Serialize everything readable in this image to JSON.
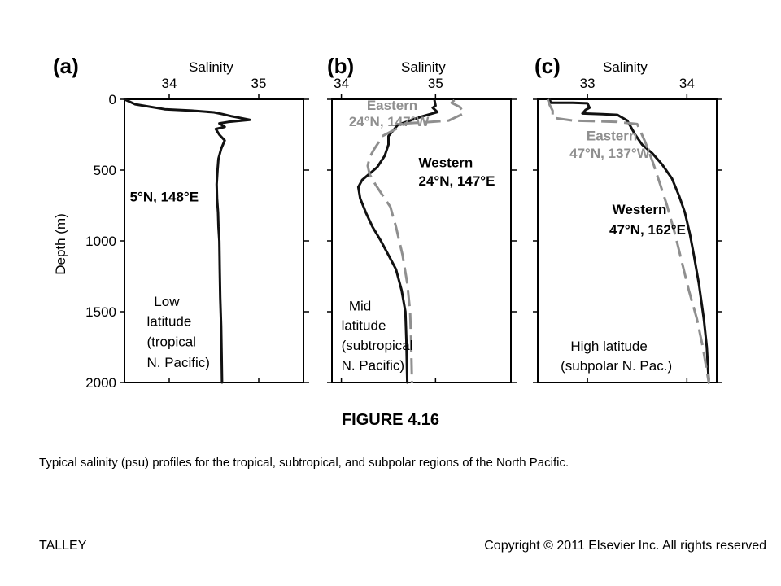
{
  "figure_title": "FIGURE 4.16",
  "caption": "Typical salinity (psu) profiles for the tropical, subtropical, and subpolar regions of the North Pacific.",
  "footer": {
    "left": "TALLEY",
    "right": "Copyright © 2011 Elsevier Inc. All rights reserved"
  },
  "colors": {
    "western": "#111111",
    "eastern": "#8f8f8f",
    "axis": "#000000"
  },
  "chart_data": [
    {
      "type": "line",
      "panel_label": "(a)",
      "xlabel": "Salinity",
      "ylabel": "Depth (m)",
      "xlim": [
        33.5,
        35.5
      ],
      "ylim": [
        0,
        2000
      ],
      "y_inverted": true,
      "xticks": [
        34,
        35
      ],
      "xtick_labels": [
        "34",
        "35"
      ],
      "yticks": [
        0,
        500,
        1000,
        1500,
        2000
      ],
      "ytick_labels": [
        "0",
        "500",
        "1000",
        "1500",
        "2000"
      ],
      "series": [
        {
          "style": "western",
          "points": [
            [
              33.5,
              0
            ],
            [
              33.62,
              35
            ],
            [
              33.95,
              70
            ],
            [
              34.25,
              80
            ],
            [
              34.5,
              92
            ],
            [
              34.6,
              105
            ],
            [
              34.7,
              120
            ],
            [
              34.9,
              145
            ],
            [
              34.66,
              160
            ],
            [
              34.56,
              170
            ],
            [
              34.62,
              195
            ],
            [
              34.52,
              210
            ],
            [
              34.56,
              250
            ],
            [
              34.62,
              290
            ],
            [
              34.58,
              350
            ],
            [
              34.55,
              420
            ],
            [
              34.54,
              500
            ],
            [
              34.53,
              600
            ],
            [
              34.535,
              700
            ],
            [
              34.545,
              800
            ],
            [
              34.55,
              900
            ],
            [
              34.56,
              1000
            ],
            [
              34.565,
              1200
            ],
            [
              34.57,
              1400
            ],
            [
              34.58,
              1600
            ],
            [
              34.585,
              1800
            ],
            [
              34.59,
              2000
            ]
          ]
        }
      ],
      "annotations": [
        {
          "text": "5°N, 148°E",
          "bold": true,
          "x": 33.56,
          "y": 720
        },
        {
          "text": "Low",
          "bold": false,
          "x": 33.83,
          "y": 1460
        },
        {
          "text": "latitude",
          "bold": false,
          "x": 33.75,
          "y": 1600
        },
        {
          "text": "(tropical",
          "bold": false,
          "x": 33.75,
          "y": 1745
        },
        {
          "text": "N. Pacific)",
          "bold": false,
          "x": 33.75,
          "y": 1890
        }
      ]
    },
    {
      "type": "line",
      "panel_label": "(b)",
      "xlabel": "Salinity",
      "ylabel": "",
      "xlim": [
        33.9,
        35.8
      ],
      "ylim": [
        0,
        2000
      ],
      "y_inverted": true,
      "xticks": [
        34,
        35
      ],
      "xtick_labels": [
        "34",
        "35"
      ],
      "yticks": [
        0,
        500,
        1000,
        1500,
        2000
      ],
      "ytick_labels": [],
      "series": [
        {
          "style": "western",
          "points": [
            [
              34.99,
              10
            ],
            [
              35.0,
              45
            ],
            [
              34.97,
              60
            ],
            [
              35.02,
              90
            ],
            [
              34.86,
              120
            ],
            [
              34.6,
              180
            ],
            [
              34.5,
              260
            ],
            [
              34.5,
              320
            ],
            [
              34.46,
              400
            ],
            [
              34.38,
              480
            ],
            [
              34.22,
              570
            ],
            [
              34.18,
              620
            ],
            [
              34.2,
              700
            ],
            [
              34.26,
              800
            ],
            [
              34.33,
              900
            ],
            [
              34.42,
              1000
            ],
            [
              34.5,
              1100
            ],
            [
              34.58,
              1200
            ],
            [
              34.64,
              1350
            ],
            [
              34.68,
              1500
            ],
            [
              34.69,
              1700
            ],
            [
              34.7,
              2000
            ]
          ]
        },
        {
          "style": "eastern",
          "dashed": true,
          "points": [
            [
              35.2,
              5
            ],
            [
              35.17,
              25
            ],
            [
              35.26,
              55
            ],
            [
              35.3,
              100
            ],
            [
              35.14,
              150
            ],
            [
              34.95,
              160
            ],
            [
              34.68,
              170
            ],
            [
              34.62,
              190
            ],
            [
              34.58,
              210
            ],
            [
              34.42,
              265
            ],
            [
              34.4,
              300
            ],
            [
              34.35,
              350
            ],
            [
              34.3,
              410
            ],
            [
              34.28,
              470
            ],
            [
              34.3,
              530
            ],
            [
              34.36,
              600
            ],
            [
              34.44,
              680
            ],
            [
              34.52,
              760
            ],
            [
              34.58,
              900
            ],
            [
              34.65,
              1100
            ],
            [
              34.7,
              1300
            ],
            [
              34.73,
              1500
            ],
            [
              34.74,
              1700
            ],
            [
              34.75,
              2000
            ]
          ]
        }
      ],
      "annotations": [
        {
          "text": "Eastern",
          "bold": true,
          "color": "eastern",
          "x": 34.27,
          "y": 75
        },
        {
          "text": "24°N, 147°W",
          "bold": true,
          "color": "eastern",
          "x": 34.08,
          "y": 190
        },
        {
          "text": "Western",
          "bold": true,
          "x": 34.82,
          "y": 480
        },
        {
          "text": "24°N, 147°E",
          "bold": true,
          "x": 34.82,
          "y": 610
        },
        {
          "text": "Mid",
          "bold": false,
          "x": 34.08,
          "y": 1490
        },
        {
          "text": "latitude",
          "bold": false,
          "x": 34.0,
          "y": 1630
        },
        {
          "text": "(subtropical",
          "bold": false,
          "x": 34.0,
          "y": 1770
        },
        {
          "text": "N. Pacific)",
          "bold": false,
          "x": 34.0,
          "y": 1910
        }
      ]
    },
    {
      "type": "line",
      "panel_label": "(c)",
      "xlabel": "Salinity",
      "ylabel": "",
      "xlim": [
        32.5,
        34.3
      ],
      "ylim": [
        0,
        2000
      ],
      "y_inverted": true,
      "xticks": [
        33,
        34
      ],
      "xtick_labels": [
        "33",
        "34"
      ],
      "yticks": [
        0,
        500,
        1000,
        1500,
        2000
      ],
      "ytick_labels": [],
      "series": [
        {
          "style": "western",
          "points": [
            [
              32.62,
              0
            ],
            [
              32.63,
              25
            ],
            [
              32.85,
              25
            ],
            [
              33.0,
              28
            ],
            [
              33.02,
              60
            ],
            [
              32.98,
              75
            ],
            [
              32.95,
              100
            ],
            [
              33.15,
              105
            ],
            [
              33.3,
              110
            ],
            [
              33.4,
              150
            ],
            [
              33.48,
              250
            ],
            [
              33.55,
              320
            ],
            [
              33.65,
              380
            ],
            [
              33.75,
              460
            ],
            [
              33.85,
              560
            ],
            [
              33.92,
              680
            ],
            [
              33.98,
              800
            ],
            [
              34.03,
              950
            ],
            [
              34.07,
              1100
            ],
            [
              34.12,
              1300
            ],
            [
              34.17,
              1550
            ],
            [
              34.2,
              1750
            ],
            [
              34.22,
              2000
            ]
          ]
        },
        {
          "style": "eastern",
          "dashed": true,
          "points": [
            [
              32.6,
              0
            ],
            [
              32.62,
              40
            ],
            [
              32.65,
              80
            ],
            [
              32.65,
              130
            ],
            [
              32.85,
              150
            ],
            [
              33.1,
              155
            ],
            [
              33.3,
              160
            ],
            [
              33.5,
              175
            ],
            [
              33.58,
              300
            ],
            [
              33.66,
              450
            ],
            [
              33.74,
              620
            ],
            [
              33.8,
              750
            ],
            [
              33.88,
              950
            ],
            [
              33.95,
              1150
            ],
            [
              34.02,
              1350
            ],
            [
              34.1,
              1550
            ],
            [
              34.16,
              1750
            ],
            [
              34.22,
              2000
            ]
          ]
        }
      ],
      "annotations": [
        {
          "text": "Eastern",
          "bold": true,
          "color": "eastern",
          "x": 32.99,
          "y": 290
        },
        {
          "text": "47°N, 137°W",
          "bold": true,
          "color": "eastern",
          "x": 32.82,
          "y": 415
        },
        {
          "text": "Western",
          "bold": true,
          "x": 33.25,
          "y": 810
        },
        {
          "text": "47°N, 162°E",
          "bold": true,
          "x": 33.22,
          "y": 955
        },
        {
          "text": "High latitude",
          "bold": false,
          "x": 32.83,
          "y": 1775
        },
        {
          "text": "(subpolar N. Pac.)",
          "bold": false,
          "x": 32.73,
          "y": 1915
        }
      ]
    }
  ]
}
